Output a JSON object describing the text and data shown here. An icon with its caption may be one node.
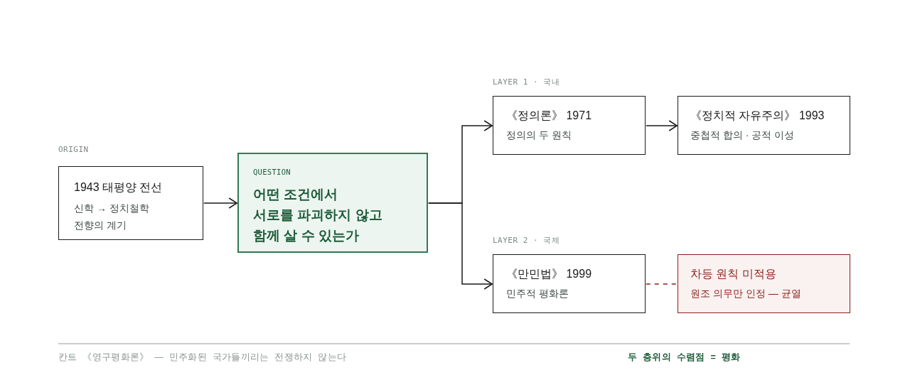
{
  "diagram": {
    "nodes": [
      {
        "text": [
          "1943 태평양 전선",
          "신학 → 정치철학 전향의 계기"
        ],
        "beside": [
          "ORIGIN"
        ]
      },
      {
        "text": [
          "QUESTION",
          "어떤 조건에서 서로를 파괴하지 않고 함께 살 수 있는가"
        ]
      },
      {
        "text": [
          "《정의론》 1971",
          "정의의 두 원칙"
        ],
        "beside": [
          "LAYER 1 · 국내"
        ]
      },
      {
        "text": [
          "《정치적 자유주의》 1993",
          "중첩적 합의 · 공적 이성"
        ]
      },
      {
        "text": [
          "《만민법》 1999",
          "민주적 평화론"
        ],
        "beside": [
          "LAYER 2 · 국제"
        ]
      },
      {
        "text": [
          "차등 원칙 미적용",
          "원조 의무만 인정 — 균열"
        ]
      }
    ],
    "edges": [
      {
        "from": 0,
        "to": 1,
        "arrow": "to"
      },
      {
        "from": 1,
        "to": 2,
        "arrow": "to"
      },
      {
        "from": 1,
        "to": 4,
        "arrow": "to"
      },
      {
        "from": 2,
        "to": 3,
        "arrow": "to"
      },
      {
        "from": 4,
        "to": 5,
        "arrow": "none",
        "style": "dashed",
        "color": "#8b1f1a"
      }
    ],
    "labels": [
      "칸트 《영구평화론》 — 민주화된 국가들끼리는 전쟁하지 않는다",
      "두 층위의 수렴점 = 평화"
    ]
  }
}
